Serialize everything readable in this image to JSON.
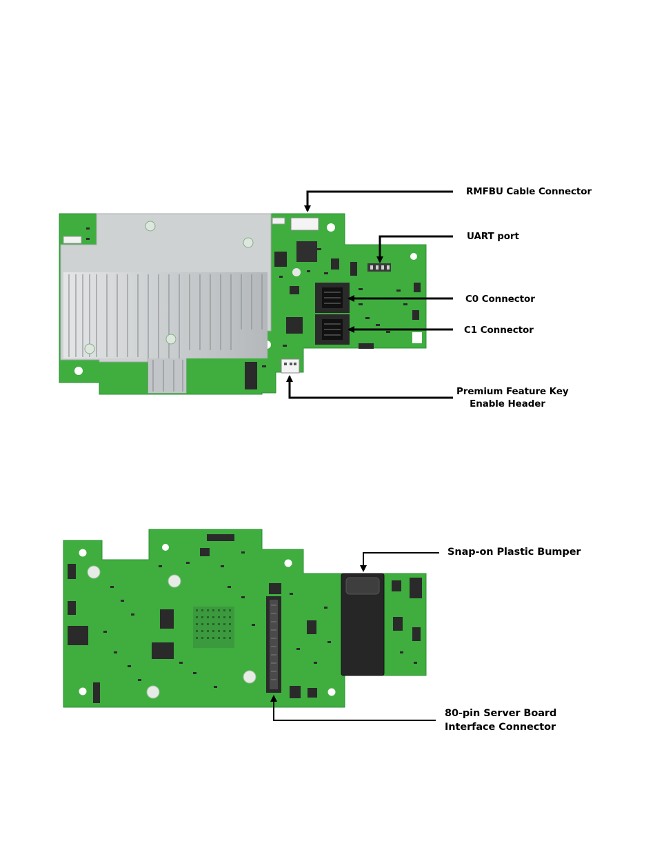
{
  "figure_top": {
    "callouts": {
      "rmfbu": "RMFBU Cable Connector",
      "uart": "UART port",
      "c0": "C0 Connector",
      "c1": "C1 Connector",
      "pfk_line1": "Premium Feature Key",
      "pfk_line2": "Enable Header"
    }
  },
  "figure_bottom": {
    "callouts": {
      "bumper": "Snap-on Plastic Bumper",
      "server_line1": "80-pin Server Board",
      "server_line2": "Interface Connector"
    }
  },
  "colors": {
    "pcb_green": "#3fae3f",
    "pcb_dark_green": "#2e8f34",
    "heatsink": "#c9cccd",
    "connector": "#2a2a2a",
    "bumper": "#262626",
    "callout_line": "#000000"
  }
}
